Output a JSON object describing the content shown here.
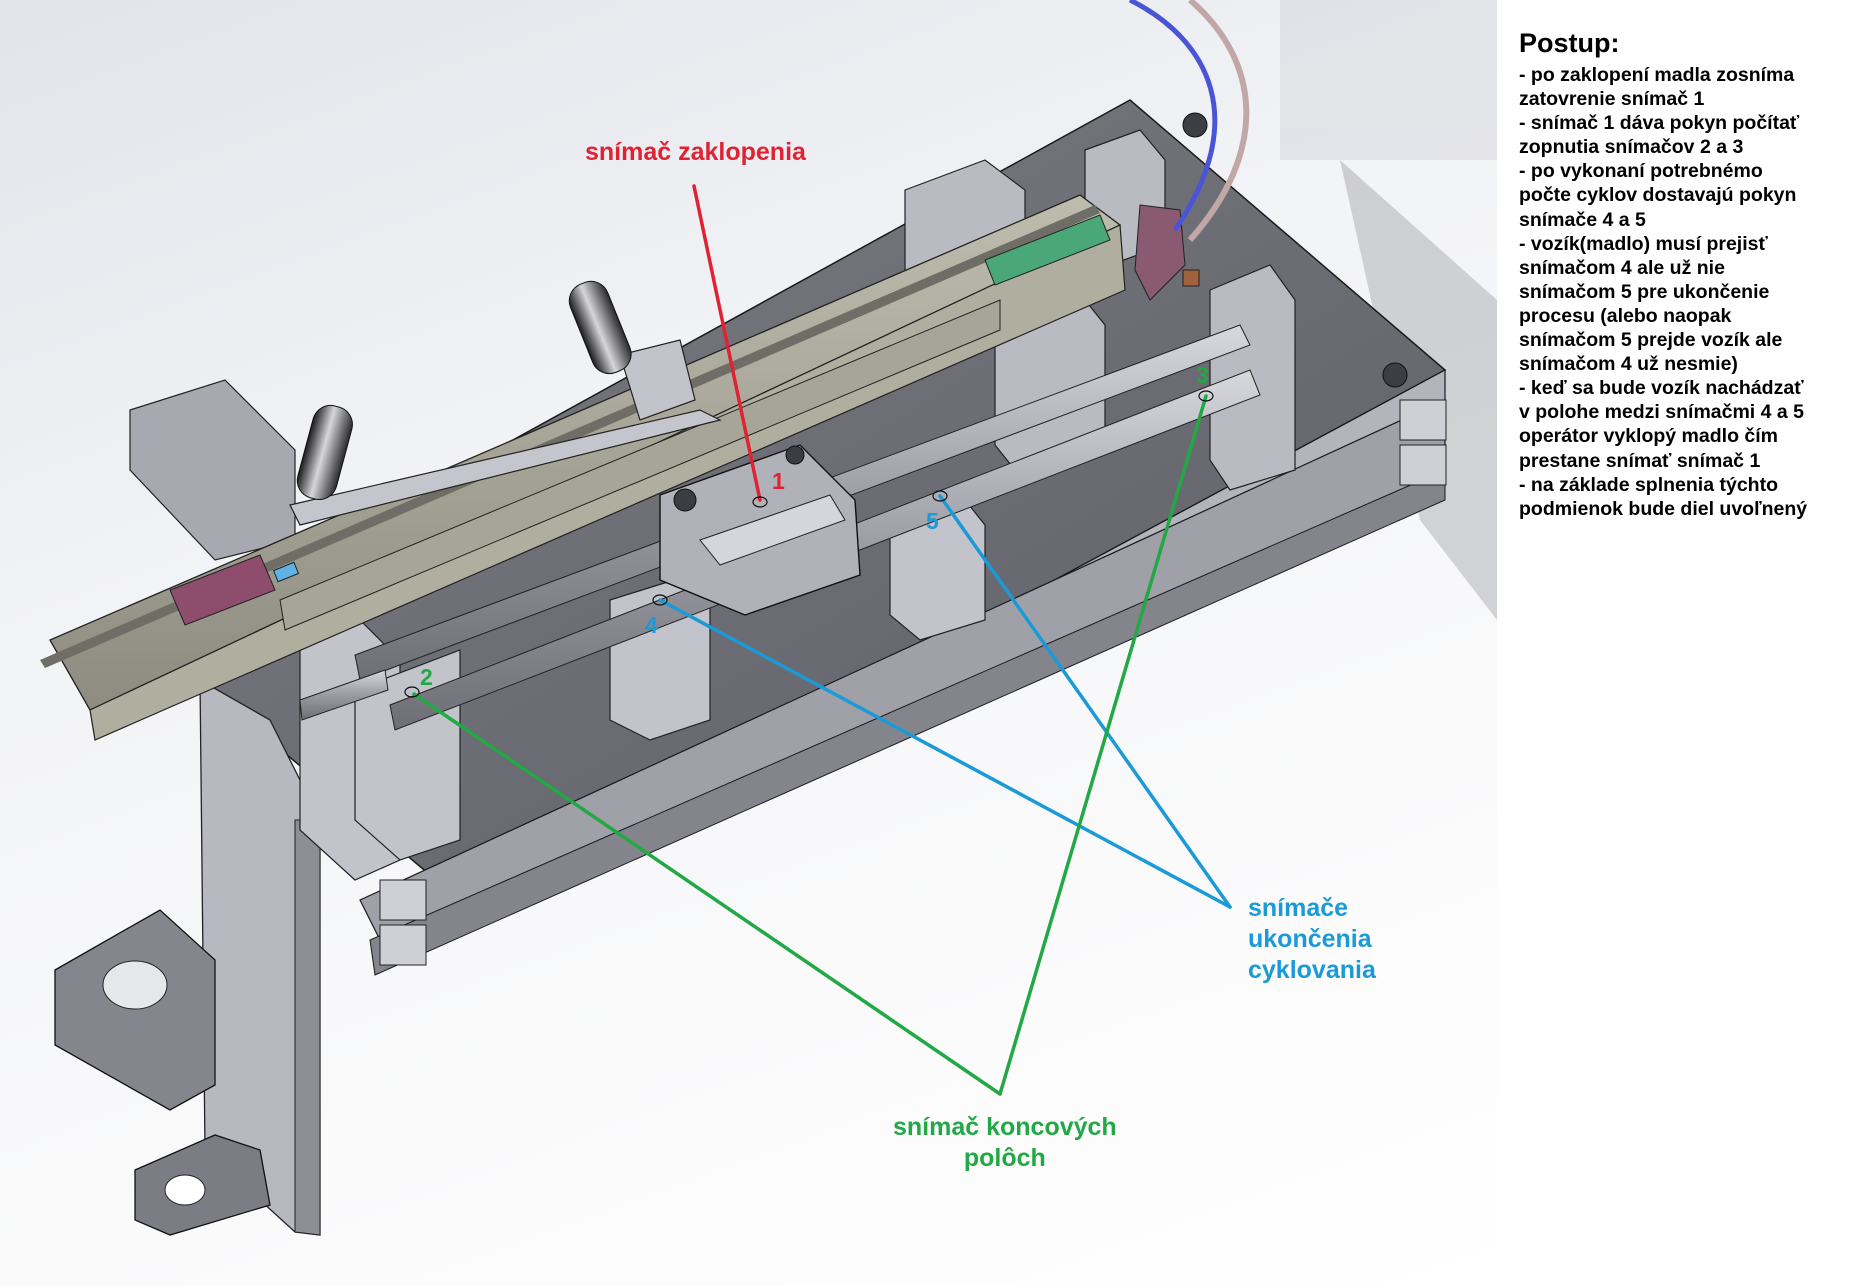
{
  "annotations": {
    "tilt_sensor_label": "snímač zaklopenia",
    "cycle_end_sensors_label": [
      "snímače",
      "ukončenia",
      "cyklovania"
    ],
    "end_position_sensor_label": [
      "snímač koncových",
      "polôch"
    ],
    "sensor_numbers": [
      "1",
      "2",
      "3",
      "4",
      "5"
    ],
    "colors": {
      "tilt_sensor": "#e02232",
      "cycle_end_sensors": "#1a9ad6",
      "end_position_sensors": "#22a845"
    }
  },
  "procedure": {
    "title": "Postup:",
    "lines": [
      "- po zaklopení madla zosníma",
      "zatovrenie snímač 1",
      "- snímač 1 dáva pokyn počítať",
      "zopnutia snímačov 2 a 3",
      "- po vykonaní potrebnémo",
      "počte cyklov dostavajú pokyn",
      "snímače 4 a 5",
      "- vozík(madlo) musí prejisť",
      "snímačom 4 ale už nie",
      "snímačom 5 pre ukončenie",
      "procesu (alebo naopak",
      "snímačom 5 prejde vozík ale",
      "snímačom 4 už nesmie)",
      "- keď sa bude vozík nachádzať",
      "v polohe medzi snímačmi 4 a 5",
      "operátor vyklopý madlo čím",
      "prestane snímať snímač 1",
      "- na základe splnenia týchto",
      "podmienok bude diel uvoľnený"
    ]
  }
}
